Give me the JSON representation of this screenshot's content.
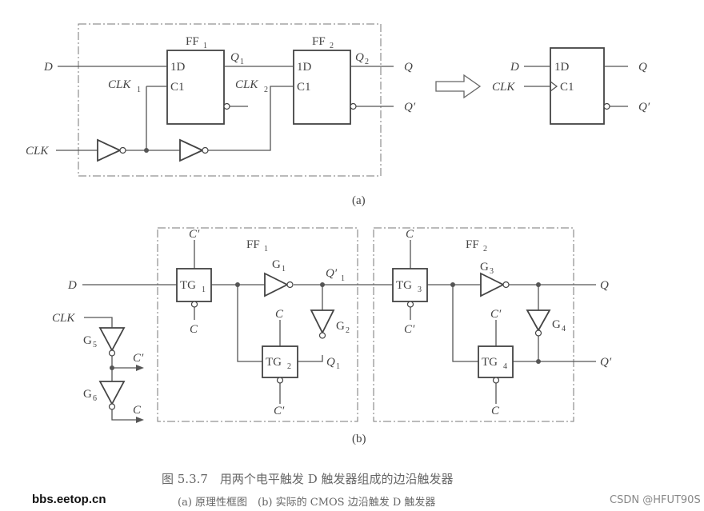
{
  "panel_a": {
    "ff1": {
      "main": "FF",
      "sub": "1"
    },
    "ff2": {
      "main": "FF",
      "sub": "2"
    },
    "d_label": "D",
    "clk_label": "CLK",
    "clk1": {
      "main": "CLK",
      "sub": "1"
    },
    "clk2": {
      "main": "CLK",
      "sub": "2"
    },
    "q1": {
      "main": "Q",
      "sub": "1"
    },
    "q2": {
      "main": "Q",
      "sub": "2"
    },
    "pin_1d": "1D",
    "pin_c1": "C1",
    "q_out": "Q",
    "qbar_out": "Q′",
    "symbol": {
      "d": "D",
      "clk": "CLK",
      "pin_1d": "1D",
      "pin_c1": "C1",
      "q": "Q",
      "qbar": "Q′"
    },
    "label": "(a)"
  },
  "panel_b": {
    "d_label": "D",
    "clk_label": "CLK",
    "ff1": {
      "main": "FF",
      "sub": "1"
    },
    "ff2": {
      "main": "FF",
      "sub": "2"
    },
    "tg1": {
      "main": "TG",
      "sub": "1",
      "top": "C′",
      "bottom": "C"
    },
    "tg2": {
      "main": "TG",
      "sub": "2",
      "top": "C",
      "bottom": "C′"
    },
    "tg3": {
      "main": "TG",
      "sub": "3",
      "top": "C",
      "bottom": "C′"
    },
    "tg4": {
      "main": "TG",
      "sub": "4",
      "top": "C′",
      "bottom": "C"
    },
    "g1": {
      "main": "G",
      "sub": "1"
    },
    "g2": {
      "main": "G",
      "sub": "2"
    },
    "g3": {
      "main": "G",
      "sub": "3"
    },
    "g4": {
      "main": "G",
      "sub": "4"
    },
    "g5": {
      "main": "G",
      "sub": "5"
    },
    "g6": {
      "main": "G",
      "sub": "6"
    },
    "q1p": {
      "main": "Q′",
      "sub": "1"
    },
    "q1": {
      "main": "Q",
      "sub": "1"
    },
    "c_prime_out": "C′",
    "c_out": "C",
    "q_out": "Q",
    "qbar_out": "Q′",
    "label": "(b)"
  },
  "caption": {
    "line1": "图 5.3.7　用两个电平触发 D 触发器组成的边沿触发器",
    "line2": "(a) 原理性框图　(b) 实际的 CMOS 边沿触发 D 触发器"
  },
  "watermark": "bbs.eetop.cn",
  "credit": "CSDN @HFUT90S"
}
